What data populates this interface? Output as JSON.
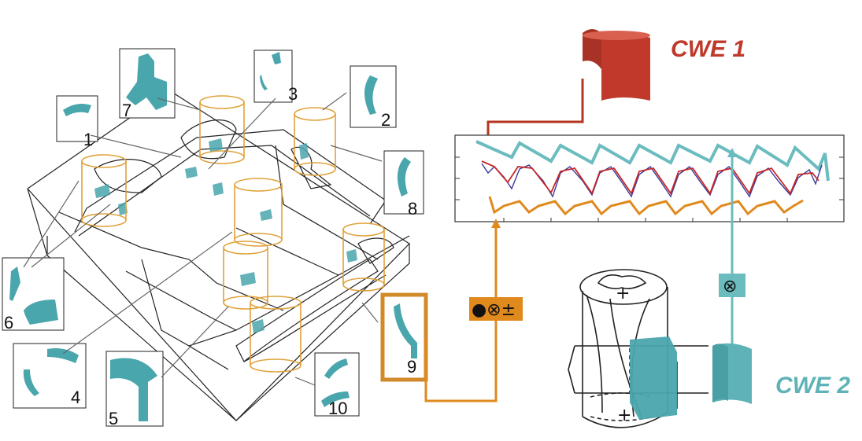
{
  "labels": {
    "cwe1": "CWE 1",
    "cwe2": "CWE 2",
    "operator_orange": "●⊗±",
    "operator_teal": "⊗",
    "section_plus_top": "+",
    "section_plus_bottom": "+"
  },
  "inset_numbers": [
    "1",
    "2",
    "3",
    "4",
    "5",
    "6",
    "7",
    "8",
    "9",
    "10"
  ],
  "colors": {
    "cwe1": "#c0392b",
    "cwe2": "#5fb3b8",
    "tool_path": "#e0a23a",
    "signal_orange": "#e08a1e",
    "signal_teal": "#6bbcbf",
    "signal_red": "#c62828",
    "signal_blue": "#3b3a9c",
    "workpiece_line": "#222222",
    "engagement_patch": "#4aa6ad"
  },
  "icons": [
    "cutter-engagement-icon",
    "tensor-product-icon"
  ]
}
